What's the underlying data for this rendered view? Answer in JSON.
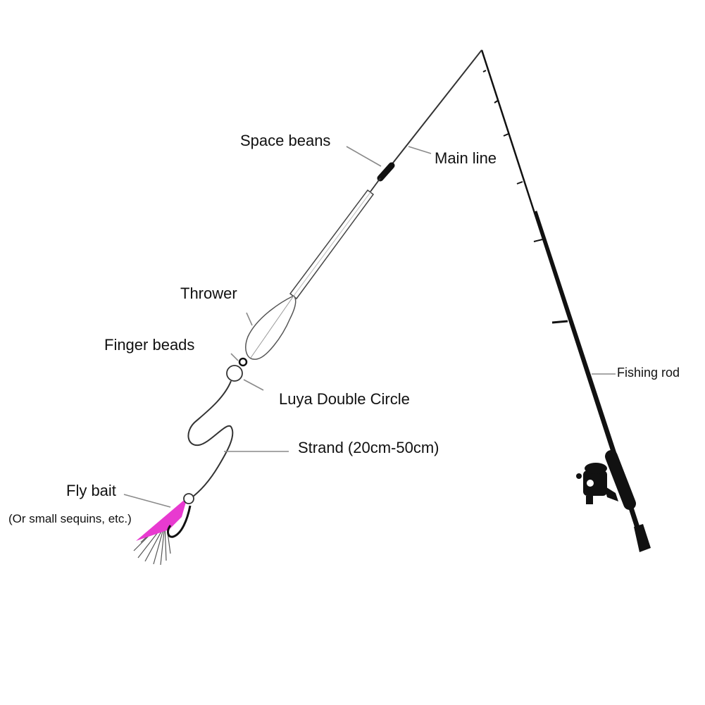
{
  "labels": {
    "space_beans": "Space beans",
    "main_line": "Main line",
    "thrower": "Thrower",
    "finger_beads": "Finger beads",
    "luya_double_circle": "Luya Double Circle",
    "strand": "Strand (20cm-50cm)",
    "fly_bait": "Fly bait",
    "fly_bait_note": "(Or small sequins, etc.)",
    "fishing_rod": "Fishing rod"
  },
  "colors": {
    "line": "#333333",
    "rod": "#111111",
    "leader": "#8a8a8a",
    "fly_bait": "#e83ad0"
  }
}
